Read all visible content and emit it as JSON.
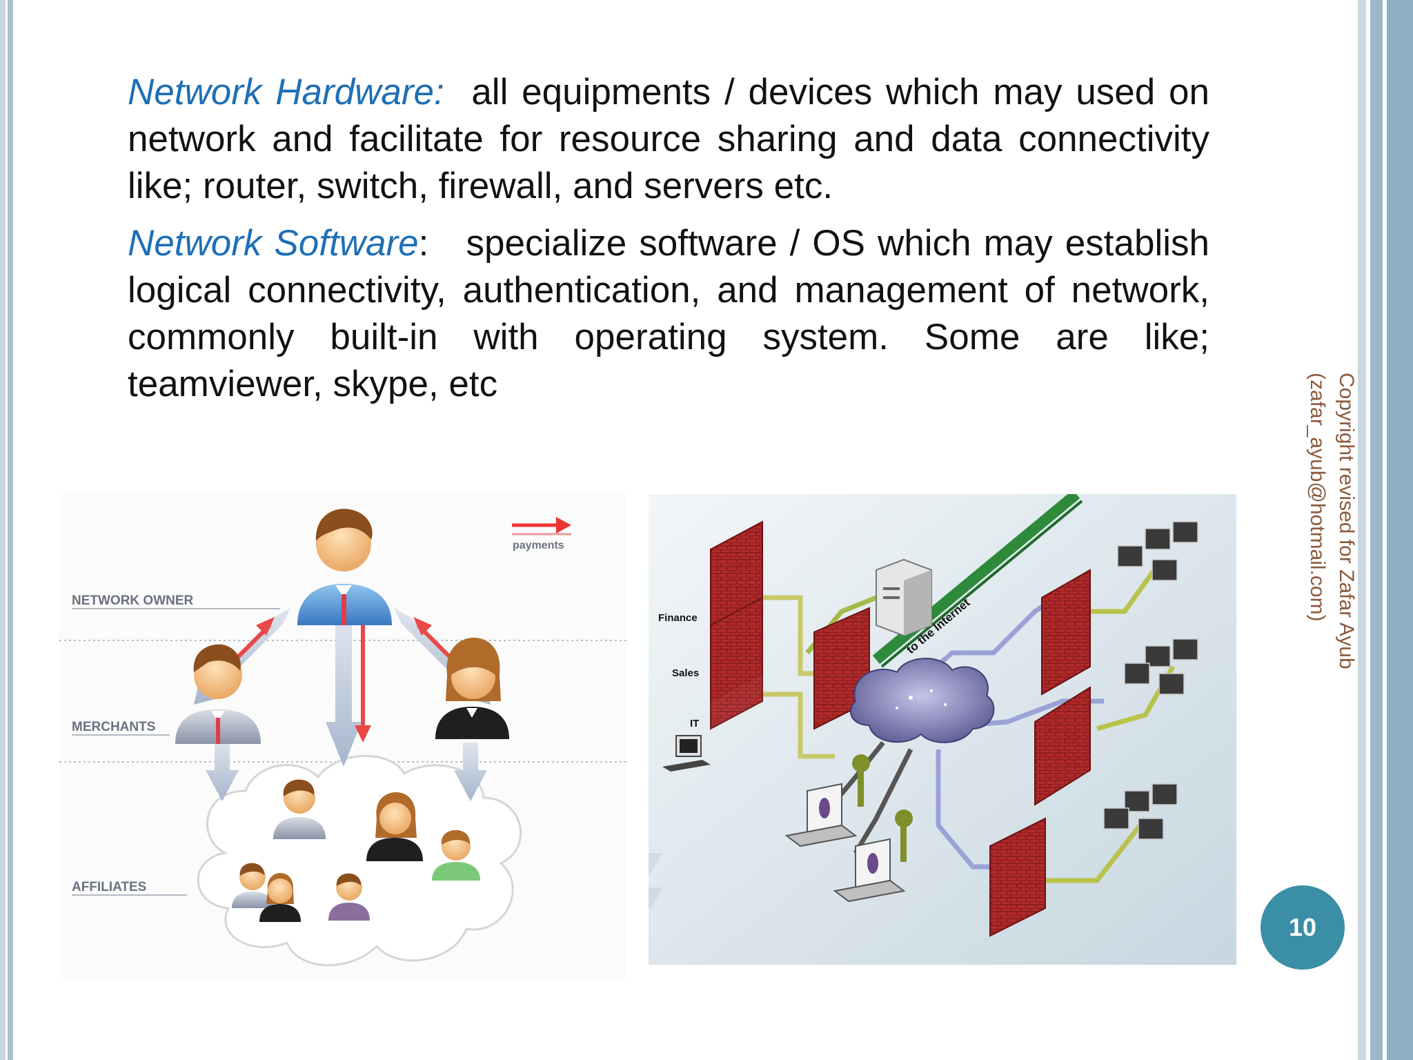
{
  "slide": {
    "para1": {
      "term": "Network Hardware:",
      "text": "all equipments / devices which may used on network and facilitate for resource sharing and data connectivity like; router, switch, firewall, and servers etc."
    },
    "para2": {
      "term": "Network Software",
      "colon": ":",
      "text": "specialize software / OS which may establish logical connectivity, authentication, and management of network, commonly built-in with operating system. Some are like; teamviewer, skype, etc"
    },
    "copyright_line1": "Copyright revised for Zafar Ayub",
    "copyright_line2": "(zafar_ayub@hotmail.com)",
    "page_number": "10"
  },
  "figure_affiliate": {
    "legend": "payments",
    "levels": [
      "NETWORK OWNER",
      "MERCHANTS",
      "AFFILIATES"
    ]
  },
  "figure_network": {
    "departments": [
      "Finance",
      "Sales",
      "IT"
    ],
    "internet_label": "to the Internet"
  },
  "colors": {
    "term_blue": "#1e6fb5",
    "badge_teal": "#3a8ea6",
    "copyright_brown": "#8a5a3c"
  }
}
